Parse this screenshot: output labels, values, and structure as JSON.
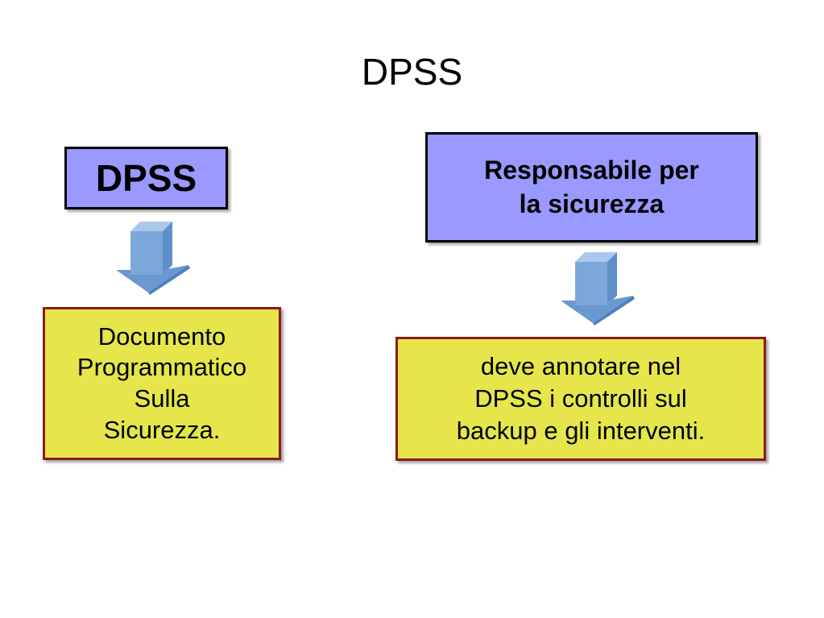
{
  "title": "DPSS",
  "left_column": {
    "top_label": "DPSS",
    "bottom_lines": [
      "Documento",
      "Programmatico",
      "Sulla",
      "Sicurezza."
    ]
  },
  "right_column": {
    "top_lines": [
      "Responsabile per",
      "la sicurezza"
    ],
    "bottom_lines": [
      "deve annotare nel",
      "DPSS i controlli sul",
      "backup e gli interventi."
    ]
  },
  "colors": {
    "top_box_fill": "#9999ff",
    "bottom_box_fill": "#e6e64c",
    "bottom_box_border": "#8b1a1a",
    "arrow_fill": "#7ba7d9"
  },
  "icons": [
    "down-arrow-icon",
    "down-arrow-icon"
  ]
}
